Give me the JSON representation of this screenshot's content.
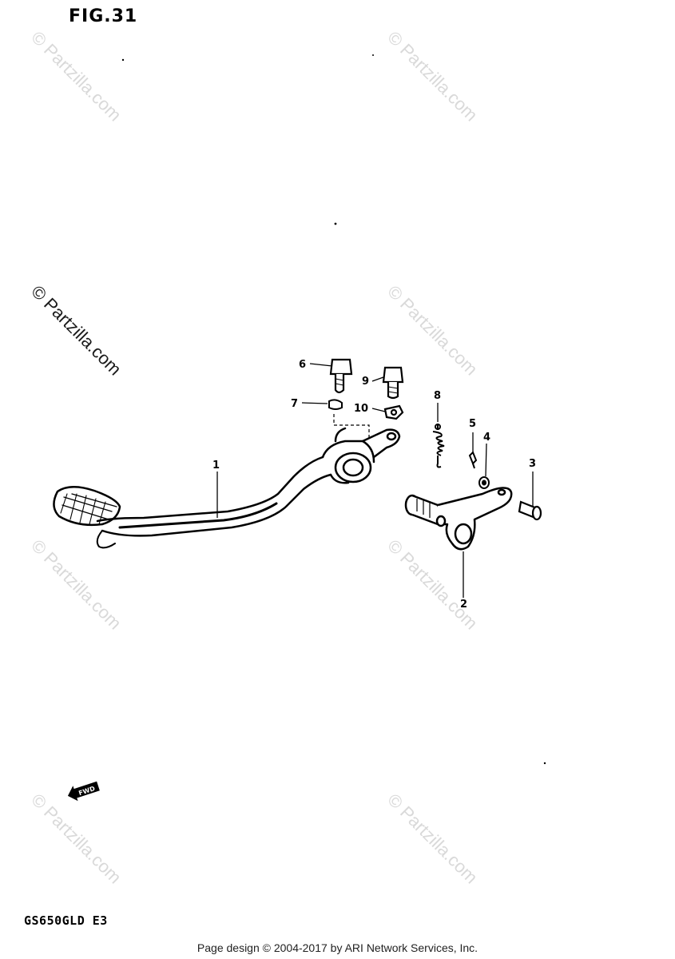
{
  "figure": {
    "title": "FIG.31"
  },
  "model_code": "GS650GLD E3",
  "footer": {
    "copyright": "Page design © 2004-2017 by ARI Network Services, Inc."
  },
  "watermark": {
    "text": "© Partzilla.com"
  },
  "direction_arrow": {
    "label": "FWD"
  },
  "callouts": {
    "c1": "1",
    "c2": "2",
    "c3": "3",
    "c4": "4",
    "c5": "5",
    "c6": "6",
    "c7": "7",
    "c8": "8",
    "c9": "9",
    "c10": "10"
  }
}
